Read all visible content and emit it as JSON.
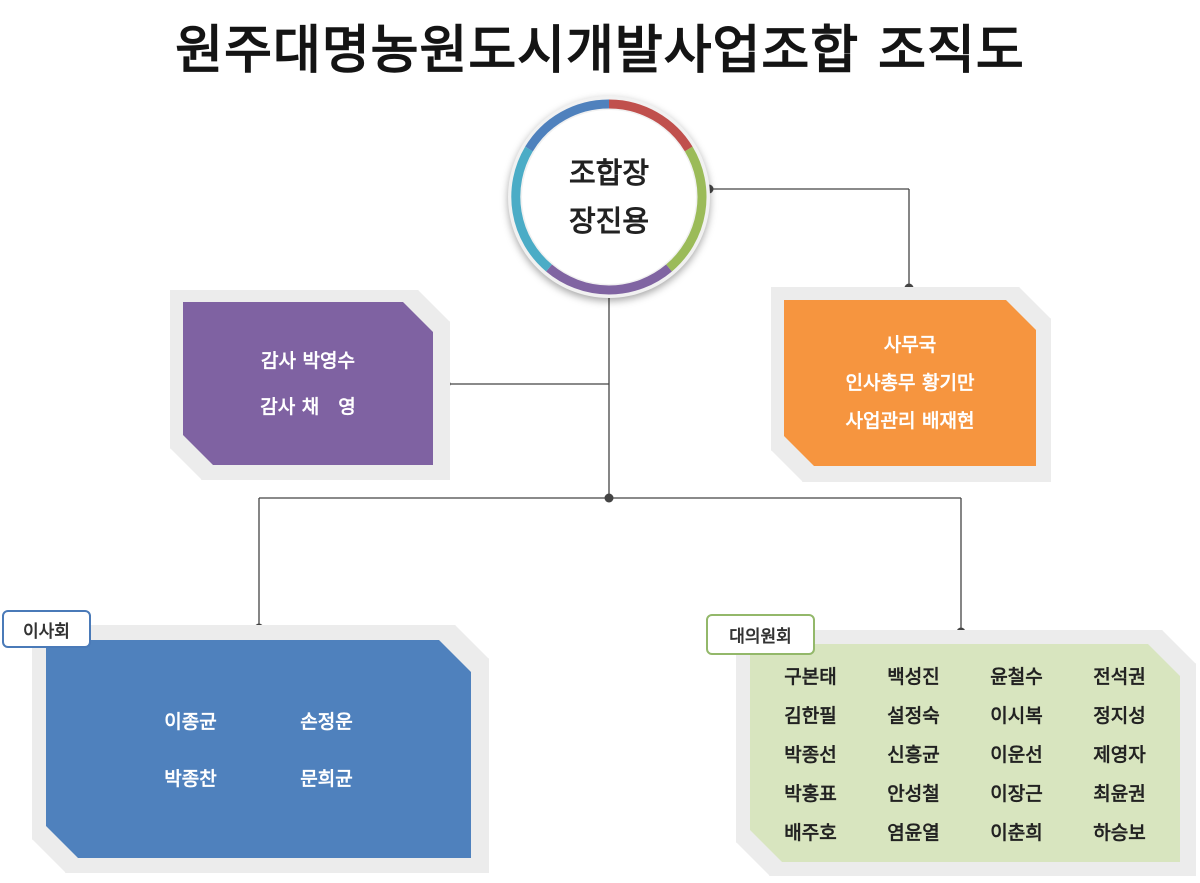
{
  "title": "원주대명농원도시개발사업조합 조직도",
  "chairman": {
    "role": "조합장",
    "name": "장진용"
  },
  "auditors": {
    "line1": "감사 박영수",
    "line2": "감사 채　영"
  },
  "office": {
    "line1": "사무국",
    "line2": "인사총무 황기만",
    "line3": "사업관리 배재현"
  },
  "board": {
    "label": "이사회",
    "members": [
      "이종균",
      "손정운",
      "박종찬",
      "문희균"
    ]
  },
  "delegates": {
    "label": "대의원회",
    "members": [
      "구본태",
      "백성진",
      "윤철수",
      "전석권",
      "김한필",
      "설정숙",
      "이시복",
      "정지성",
      "박종선",
      "신흥균",
      "이운선",
      "제영자",
      "박홍표",
      "안성철",
      "이장근",
      "최윤권",
      "배주호",
      "염윤열",
      "이춘희",
      "하승보"
    ]
  },
  "colors": {
    "auditors": "#7f62a2",
    "office": "#f6953f",
    "board": "#4f81bd",
    "delegates": "#d8e5bf",
    "ring": [
      "#c0504d",
      "#9bbb59",
      "#8064a2",
      "#4bacc6",
      "#4f81bd"
    ]
  }
}
